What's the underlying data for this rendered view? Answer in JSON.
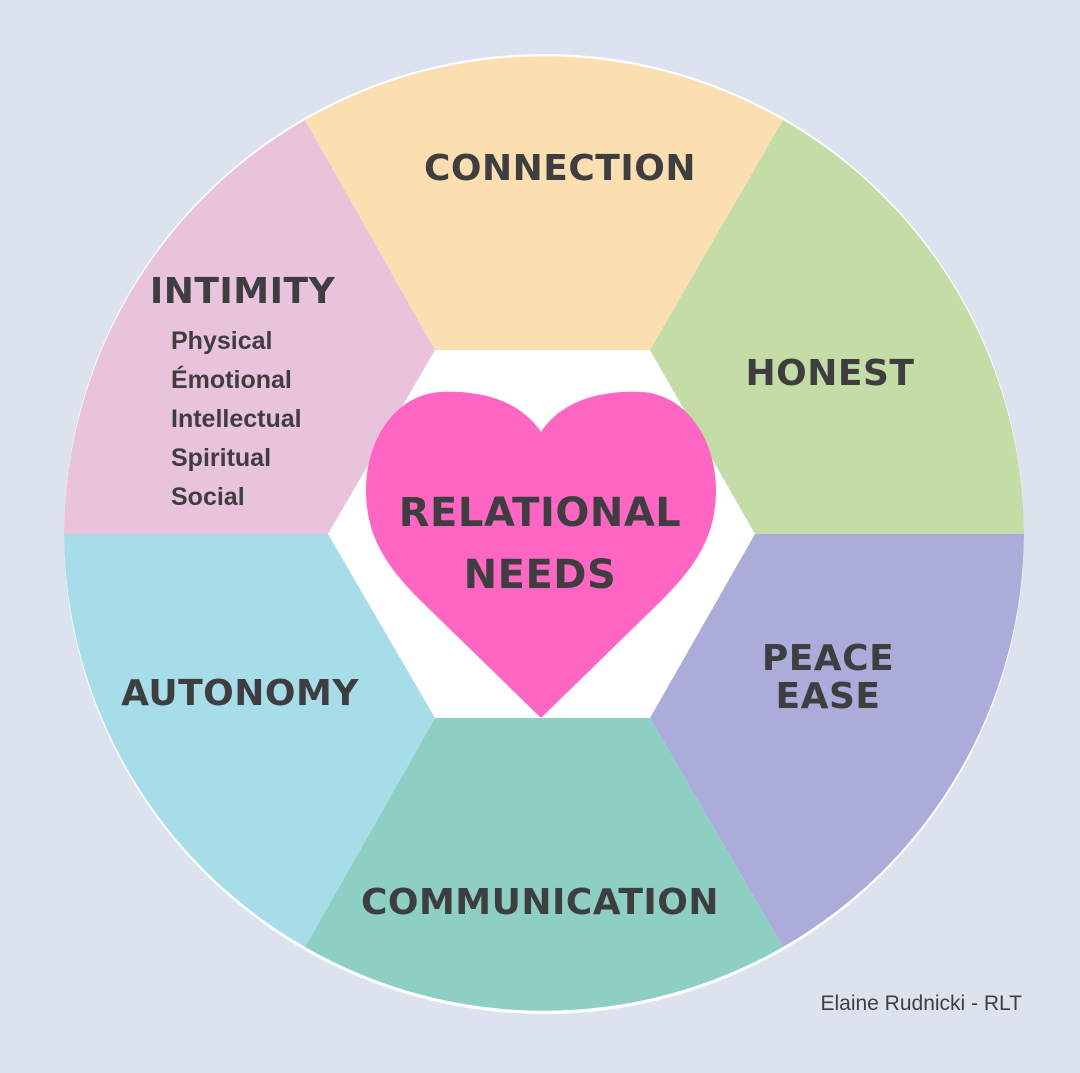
{
  "segments": {
    "connection": "CONNECTION",
    "honest": "HONEST",
    "peace_ease": [
      "PEACE",
      "EASE"
    ],
    "communication": "COMMUNICATION",
    "autonomy": "AUTONOMY",
    "intimity": "INTIMITY",
    "intimity_items": [
      "Physical",
      "Émotional",
      "Intellectual",
      "Spiritual",
      "Social"
    ]
  },
  "center": [
    "RELATIONAL",
    "NEEDS"
  ],
  "credit": "Elaine Rudnicki - RLT",
  "colors": {
    "background": "#dde3ee",
    "connection": "#fcdfb0",
    "honest": "#c4dca6",
    "peace": "#abacd9",
    "communication": "#8dcfc2",
    "autonomy": "#a6dde9",
    "intimity": "#e8c3db",
    "heart": "#ff66c4"
  }
}
